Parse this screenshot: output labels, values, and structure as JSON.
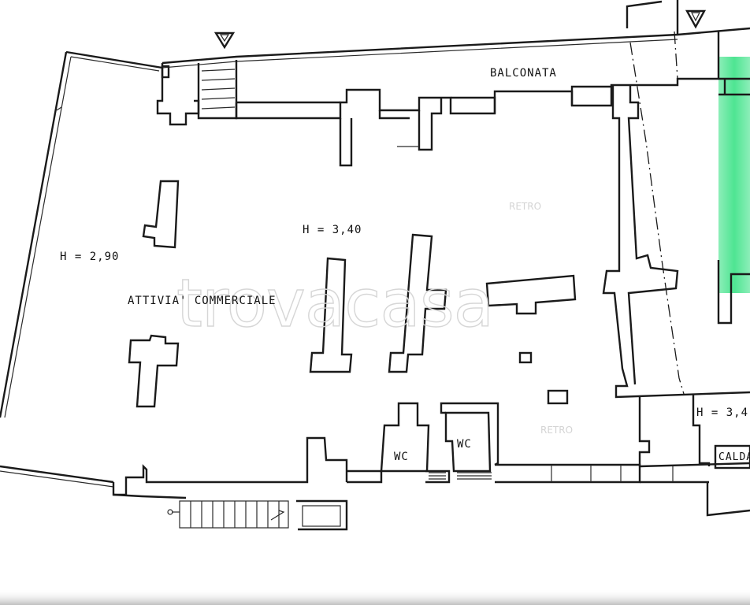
{
  "labels": {
    "balconata": "BALCONATA",
    "height_main": "H = 3,40",
    "height_left": "H = 2,90",
    "height_right": "H = 3,4",
    "area_name": "ATTIVIA' COMMERCIALE",
    "wc_1": "WC",
    "wc_2": "WC",
    "caldaia": "CALDA",
    "faint_retro_top": "RETRO",
    "faint_retro_bottom": "RETRO"
  },
  "watermark": {
    "text": "trovacasa"
  },
  "colors": {
    "wall": "#1a1a1a",
    "highlight": "#2fe07f",
    "watermark": "#d6d6d6"
  },
  "icons": {
    "entrance_marker": "triangle-down-arrow"
  }
}
